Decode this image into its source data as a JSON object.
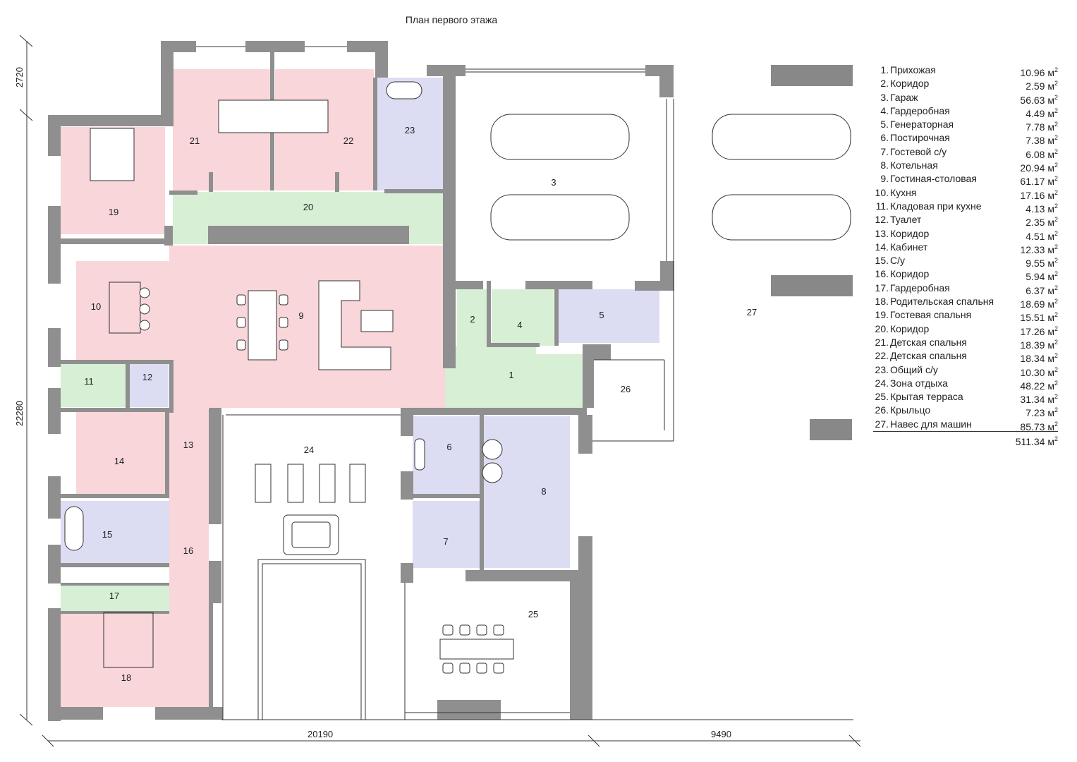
{
  "title": "План первого этажа",
  "unit": "м",
  "unit_power": "2",
  "total_area": "511.34",
  "dimensions": {
    "top_left_vertical": "2720",
    "left_vertical": "22280",
    "bottom_left": "20190",
    "bottom_right": "9490"
  },
  "rooms": [
    {
      "num": "1.",
      "name": "Прихожая",
      "area": "10.96"
    },
    {
      "num": "2.",
      "name": "Коридор",
      "area": "2.59"
    },
    {
      "num": "3.",
      "name": "Гараж",
      "area": "56.63"
    },
    {
      "num": "4.",
      "name": "Гардеробная",
      "area": "4.49"
    },
    {
      "num": "5.",
      "name": "Генераторная",
      "area": "7.78"
    },
    {
      "num": "6.",
      "name": "Постирочная",
      "area": "7.38"
    },
    {
      "num": "7.",
      "name": "Гостевой с/у",
      "area": "6.08"
    },
    {
      "num": "8.",
      "name": "Котельная",
      "area": "20.94"
    },
    {
      "num": "9.",
      "name": "Гостиная-столовая",
      "area": "61.17"
    },
    {
      "num": "10.",
      "name": "Кухня",
      "area": "17.16"
    },
    {
      "num": "11.",
      "name": "Кладовая при кухне",
      "area": "4.13"
    },
    {
      "num": "12.",
      "name": "Туалет",
      "area": "2.35"
    },
    {
      "num": "13.",
      "name": "Коридор",
      "area": "4.51"
    },
    {
      "num": "14.",
      "name": "Кабинет",
      "area": "12.33"
    },
    {
      "num": "15.",
      "name": "С/у",
      "area": "9.55"
    },
    {
      "num": "16.",
      "name": "Коридор",
      "area": "5.94"
    },
    {
      "num": "17.",
      "name": "Гардеробная",
      "area": "6.37"
    },
    {
      "num": "18.",
      "name": "Родительская спальня",
      "area": "18.69"
    },
    {
      "num": "19.",
      "name": "Гостевая спальня",
      "area": "15.51"
    },
    {
      "num": "20.",
      "name": "Коридор",
      "area": "17.26"
    },
    {
      "num": "21.",
      "name": "Детская спальня",
      "area": "18.39"
    },
    {
      "num": "22.",
      "name": "Детская спальня",
      "area": "18.34"
    },
    {
      "num": "23.",
      "name": "Общий с/у",
      "area": "10.30"
    },
    {
      "num": "24.",
      "name": "Зона отдыха",
      "area": "48.22"
    },
    {
      "num": "25.",
      "name": "Крытая терраса",
      "area": "31.34"
    },
    {
      "num": "26.",
      "name": "Крыльцо",
      "area": "7.23"
    },
    {
      "num": "27.",
      "name": "Навес для машин",
      "area": "85.73"
    }
  ],
  "plan_labels": [
    "1",
    "2",
    "3",
    "4",
    "5",
    "6",
    "7",
    "8",
    "9",
    "10",
    "11",
    "12",
    "13",
    "14",
    "15",
    "16",
    "17",
    "18",
    "19",
    "20",
    "21",
    "22",
    "23",
    "24",
    "25",
    "26",
    "27"
  ],
  "colors": {
    "bedroom_living": "#f9d6da",
    "corridor": "#d7efd5",
    "wet_room": "#dcdcf3",
    "wall": "#8f8f8f",
    "line": "#333333"
  }
}
